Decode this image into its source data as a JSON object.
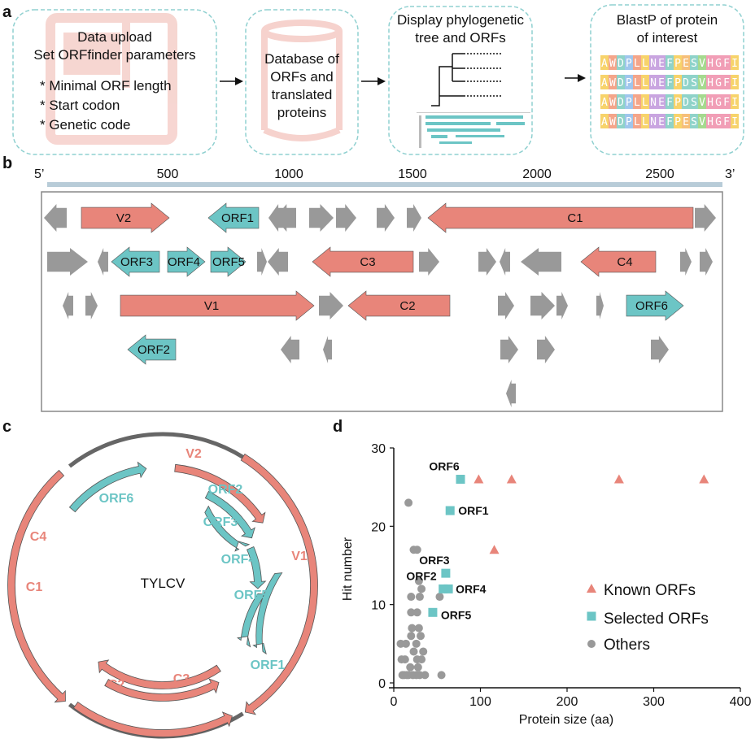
{
  "colors": {
    "known": "#e8857a",
    "selected": "#6cc5c5",
    "other": "#999999",
    "dashed_box": "#8fd0d0",
    "genome_bar": "#b8ccd8",
    "icon_pink": "#f6d2cd"
  },
  "panel_a": {
    "letter": "a",
    "box1": {
      "lines": [
        "Data upload",
        "Set ORFfinder parameters"
      ],
      "bullets": [
        "* Minimal ORF length",
        "* Start codon",
        "* Genetic code"
      ]
    },
    "box2": {
      "lines": [
        "Database of",
        "ORFs and",
        "translated",
        "proteins"
      ]
    },
    "box3": {
      "lines": [
        "Display phylogenetic",
        "tree and ORFs"
      ]
    },
    "box4": {
      "lines": [
        "BlastP of protein",
        "of interest"
      ],
      "sequences": [
        "AWDPLLNEFPESVHGFI",
        "AWDPLLNEFPDSVHGFI",
        "AWDPLLNEFPDSVHGFI",
        "AWDPLLNEFPESVHGFI"
      ]
    }
  },
  "panel_b": {
    "letter": "b",
    "five_prime": "5’",
    "three_prime": "3’",
    "ticks": [
      "500",
      "1000",
      "1500",
      "2000",
      "2500"
    ],
    "arrows": [
      {
        "label": "V2",
        "kind": "known"
      },
      {
        "label": "ORF1",
        "kind": "selected"
      },
      {
        "label": "C1",
        "kind": "known"
      },
      {
        "label": "ORF3",
        "kind": "selected"
      },
      {
        "label": "ORF4",
        "kind": "selected"
      },
      {
        "label": "ORF5",
        "kind": "selected"
      },
      {
        "label": "C3",
        "kind": "known"
      },
      {
        "label": "C4",
        "kind": "known"
      },
      {
        "label": "V1",
        "kind": "known"
      },
      {
        "label": "C2",
        "kind": "known"
      },
      {
        "label": "ORF6",
        "kind": "selected"
      },
      {
        "label": "ORF2",
        "kind": "selected"
      }
    ]
  },
  "panel_c": {
    "letter": "c",
    "center": "TYLCV",
    "known_labels": [
      "V2",
      "V1",
      "C1",
      "C2",
      "C3",
      "C4"
    ],
    "selected_labels": [
      "ORF6",
      "ORF2",
      "ORF3",
      "ORF4",
      "ORF5",
      "ORF1"
    ]
  },
  "chart_data": {
    "panel_letter": "d",
    "type": "scatter",
    "xlabel": "Protein size (aa)",
    "ylabel": "Hit number",
    "xlim": [
      0,
      400
    ],
    "ylim": [
      0,
      30
    ],
    "xticks": [
      0,
      100,
      200,
      300,
      400
    ],
    "yticks": [
      0,
      10,
      20,
      30
    ],
    "legend_position": "right",
    "series": [
      {
        "name": "Known ORFs",
        "marker": "triangle",
        "color": "#e8857a",
        "points": [
          [
            98,
            26
          ],
          [
            136,
            26
          ],
          [
            260,
            26
          ],
          [
            358,
            26
          ],
          [
            116,
            17
          ]
        ]
      },
      {
        "name": "Selected ORFs",
        "marker": "square",
        "color": "#6cc5c5",
        "points": [
          [
            77,
            26
          ],
          [
            65,
            22
          ],
          [
            60,
            14
          ],
          [
            63,
            12
          ],
          [
            57,
            12
          ],
          [
            45,
            9
          ]
        ],
        "point_labels": [
          "ORF6",
          "ORF1",
          "ORF3",
          "ORF4",
          "ORF2",
          "ORF5"
        ]
      },
      {
        "name": "Others",
        "marker": "circle",
        "color": "#999999",
        "points": [
          [
            17,
            23
          ],
          [
            23,
            17
          ],
          [
            27,
            17
          ],
          [
            29,
            13
          ],
          [
            32,
            12
          ],
          [
            20,
            11
          ],
          [
            30,
            11
          ],
          [
            53,
            11
          ],
          [
            20,
            9
          ],
          [
            27,
            9
          ],
          [
            21,
            7
          ],
          [
            29,
            7
          ],
          [
            20,
            6
          ],
          [
            31,
            6
          ],
          [
            8,
            5
          ],
          [
            14,
            5
          ],
          [
            26,
            5
          ],
          [
            23,
            4
          ],
          [
            34,
            4
          ],
          [
            27,
            3
          ],
          [
            9,
            3
          ],
          [
            13,
            3
          ],
          [
            32,
            3
          ],
          [
            19,
            2
          ],
          [
            28,
            2
          ],
          [
            10,
            1
          ],
          [
            12,
            1
          ],
          [
            15,
            1
          ],
          [
            17,
            1
          ],
          [
            22,
            1
          ],
          [
            26,
            1
          ],
          [
            30,
            1
          ],
          [
            36,
            1
          ],
          [
            55,
            1
          ]
        ]
      }
    ]
  }
}
